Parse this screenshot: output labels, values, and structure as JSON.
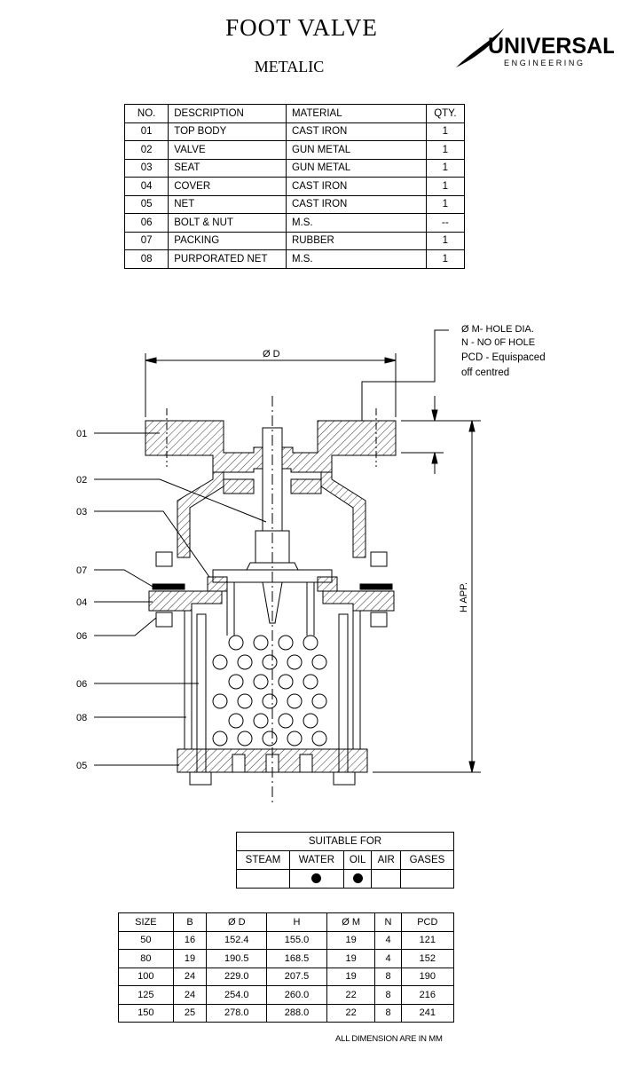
{
  "header": {
    "title": "FOOT  VALVE",
    "subtitle": "METALIC",
    "logo_main": "UNIVERSAL",
    "logo_sub": "ENGINEERING"
  },
  "parts_table": {
    "headers": [
      "NO.",
      "DESCRIPTION",
      "MATERIAL",
      "QTY."
    ],
    "rows": [
      [
        "01",
        "TOP BODY",
        "CAST IRON",
        "1"
      ],
      [
        "02",
        "VALVE",
        "GUN METAL",
        "1"
      ],
      [
        "03",
        "SEAT",
        "GUN METAL",
        "1"
      ],
      [
        "04",
        "COVER",
        "CAST IRON",
        "1"
      ],
      [
        "05",
        "NET",
        "CAST IRON",
        "1"
      ],
      [
        "06",
        "BOLT & NUT",
        "M.S.",
        "--"
      ],
      [
        "07",
        "PACKING",
        "RUBBER",
        "1"
      ],
      [
        "08",
        "PURPORATED NET",
        "M.S.",
        "1"
      ]
    ]
  },
  "drawing": {
    "hole_note_1": "Ø M- HOLE DIA.",
    "hole_note_2": "N - NO 0F HOLE",
    "hole_note_3": "PCD - Equispaced",
    "hole_note_4": "off centred",
    "dia_label": "Ø D",
    "height_label": "H APP.",
    "callouts": [
      "01",
      "02",
      "03",
      "07",
      "04",
      "06",
      "06",
      "08",
      "05"
    ]
  },
  "suitable_table": {
    "header": "SUITABLE  FOR",
    "columns": [
      "STEAM",
      "WATER",
      "OIL",
      "AIR",
      "GASES"
    ],
    "marks": [
      false,
      true,
      true,
      false,
      false
    ]
  },
  "dimension_table": {
    "headers": [
      "SIZE",
      "B",
      "Ø D",
      "H",
      "Ø M",
      "N",
      "PCD"
    ],
    "rows": [
      [
        "50",
        "16",
        "152.4",
        "155.0",
        "19",
        "4",
        "121"
      ],
      [
        "80",
        "19",
        "190.5",
        "168.5",
        "19",
        "4",
        "152"
      ],
      [
        "100",
        "24",
        "229.0",
        "207.5",
        "19",
        "8",
        "190"
      ],
      [
        "125",
        "24",
        "254.0",
        "260.0",
        "22",
        "8",
        "216"
      ],
      [
        "150",
        "25",
        "278.0",
        "288.0",
        "22",
        "8",
        "241"
      ]
    ]
  },
  "footnote": "ALL DIMENSION ARE IN MM"
}
